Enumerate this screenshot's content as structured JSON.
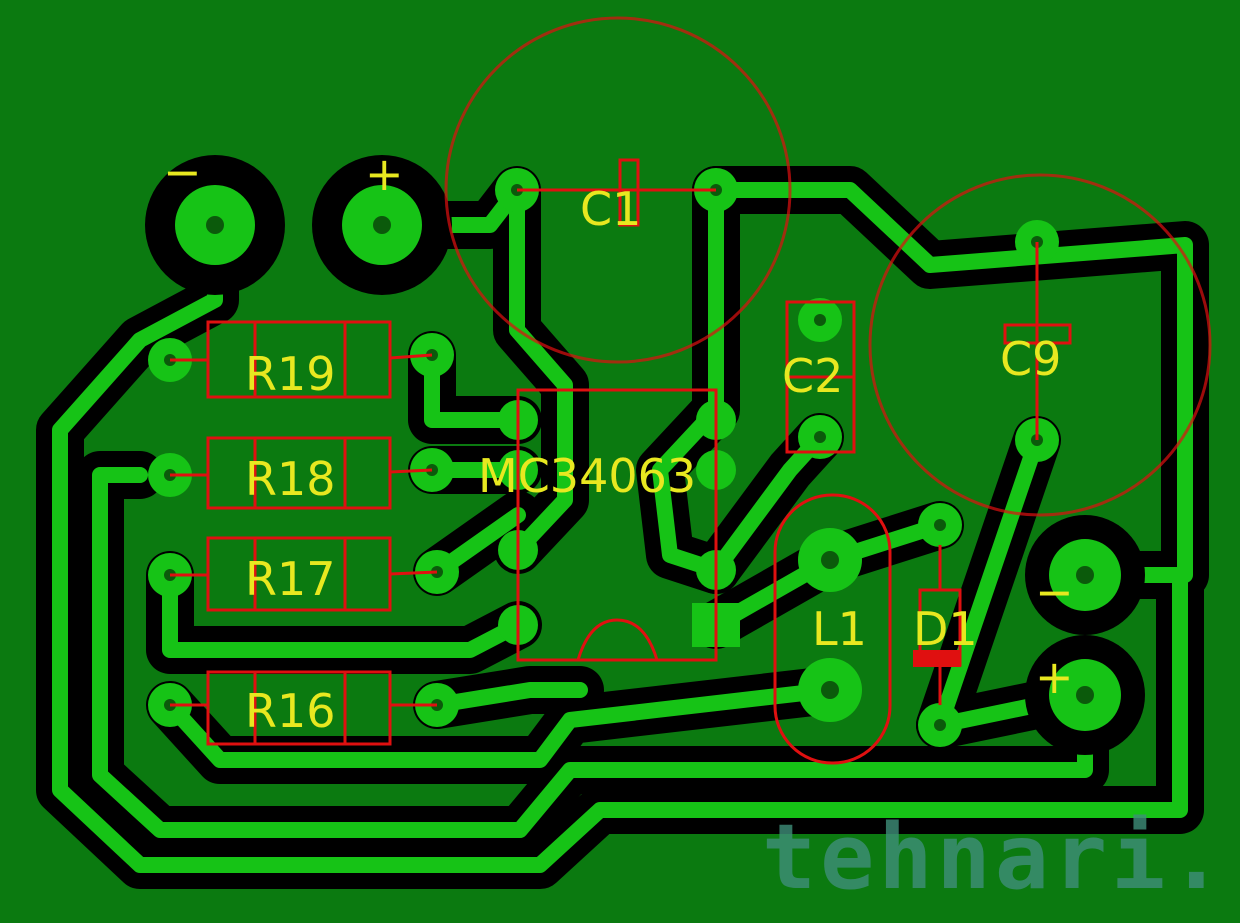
{
  "board": {
    "input_minus": "−",
    "input_plus": "+",
    "output_minus": "−",
    "output_plus": "+",
    "components": {
      "c1": "C1",
      "c2": "C2",
      "c9": "C9",
      "r19": "R19",
      "r18": "R18",
      "r17": "R17",
      "r16": "R16",
      "ic": "MC34063",
      "l1": "L1",
      "d1": "D1"
    },
    "watermark": "tehnari.ru",
    "colors": {
      "background": "#0b7a10",
      "track": "#16c316",
      "clearance": "#000000",
      "silkscreen": "#e01010",
      "labels": "#e8e820"
    }
  }
}
